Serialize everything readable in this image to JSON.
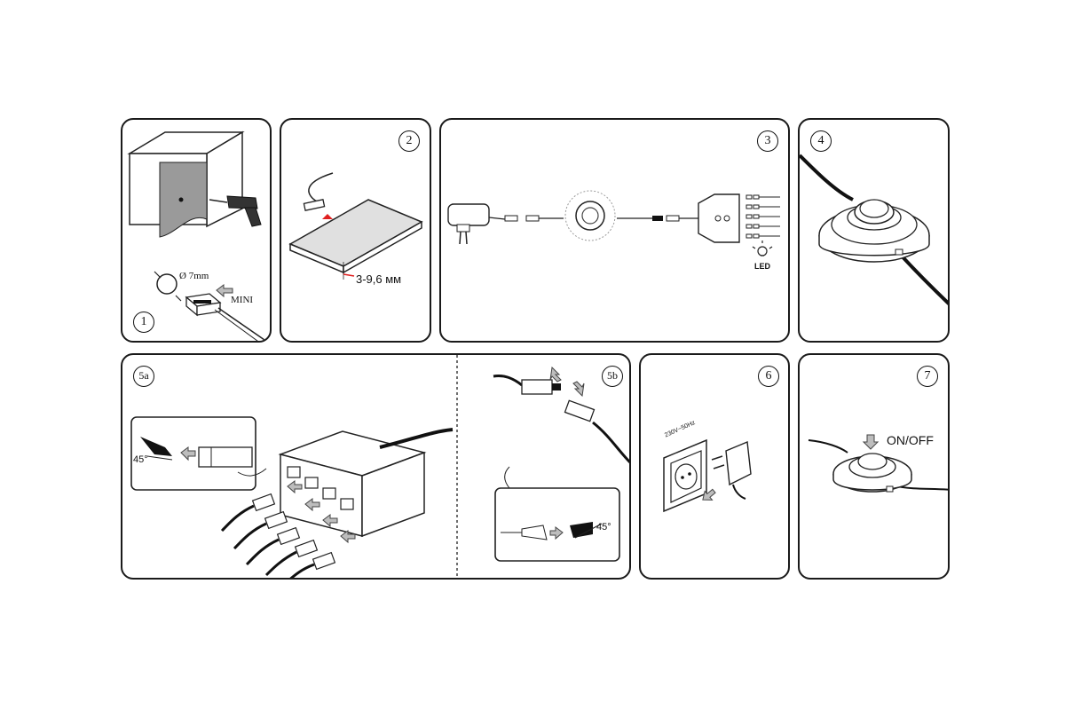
{
  "panels": {
    "p1": {
      "number": "1",
      "hole_label": "Ø 7mm",
      "connector_label": "MINI"
    },
    "p2": {
      "number": "2",
      "thickness_label": "3-9,6 мм"
    },
    "p3": {
      "number": "3",
      "led_label": "LED"
    },
    "p4": {
      "number": "4"
    },
    "p5a": {
      "number": "5a",
      "angle_label": "45°"
    },
    "p5b": {
      "number": "5b",
      "angle_label": "45°"
    },
    "p6": {
      "number": "6",
      "socket_label": "230V~50Hz"
    },
    "p7": {
      "number": "7",
      "switch_label": "ON/OFF"
    }
  }
}
